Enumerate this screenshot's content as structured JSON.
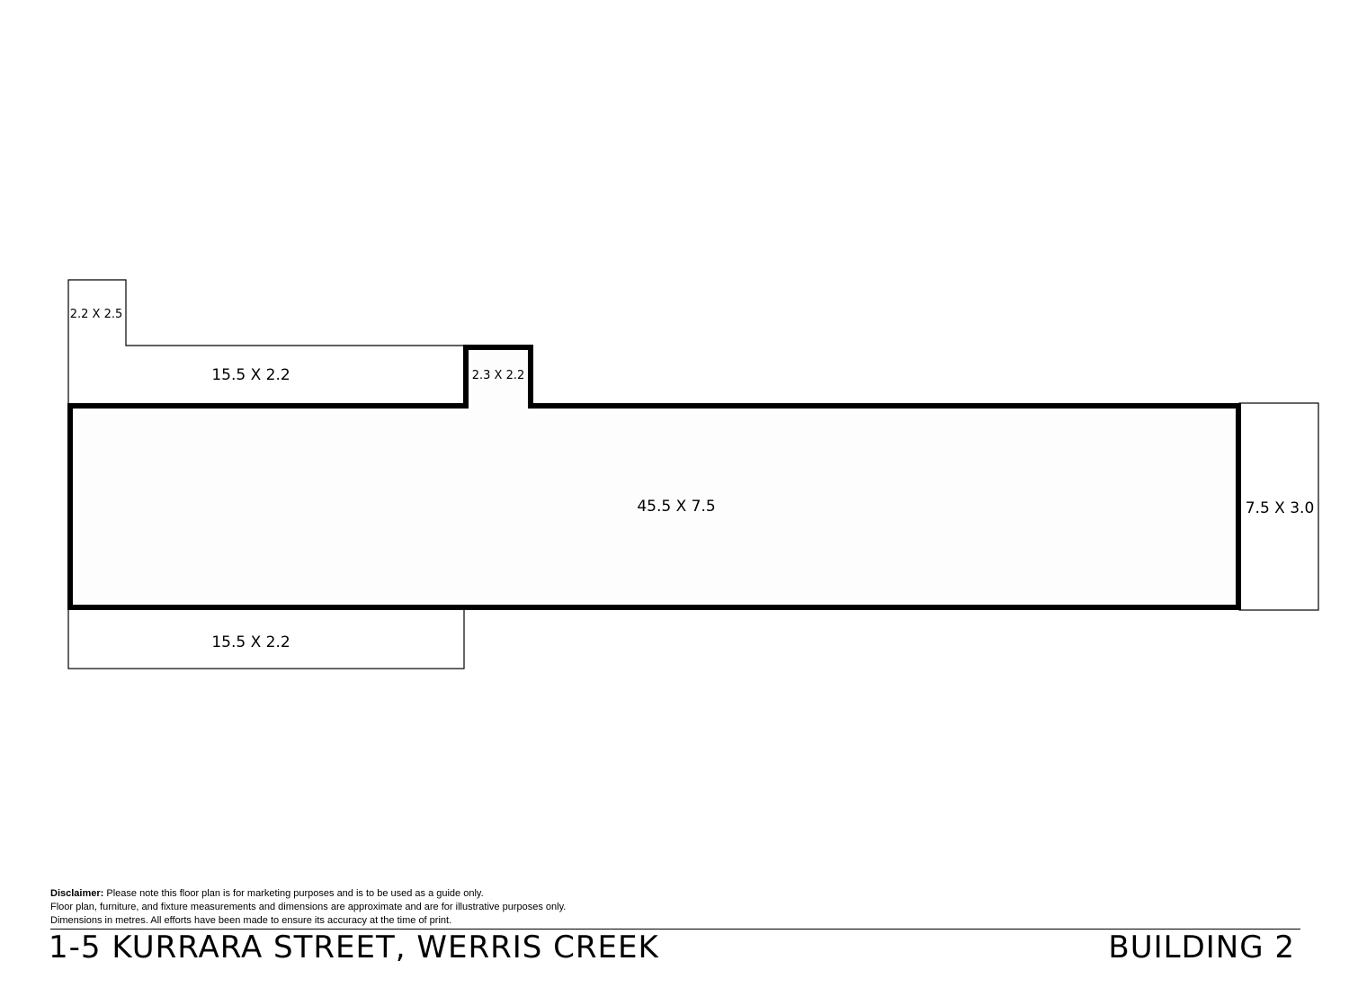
{
  "plan": {
    "rooms": [
      {
        "id": "store-small",
        "label": "2.2 X 2.5"
      },
      {
        "id": "verandah-top",
        "label": "15.5 X 2.2"
      },
      {
        "id": "entry",
        "label": "2.3 X 2.2"
      },
      {
        "id": "main",
        "label": "45.5 X 7.5"
      },
      {
        "id": "annex",
        "label": "7.5 X 3.0"
      },
      {
        "id": "verandah-bottom",
        "label": "15.5 X 2.2"
      }
    ]
  },
  "footer": {
    "disclaimer_heading": "Disclaimer:",
    "disclaimer_line1": "Please note this floor plan is for marketing purposes and is to be used as a guide only.",
    "disclaimer_line2": "Floor plan, furniture, and fixture measurements and dimensions are approximate and are for illustrative purposes only.",
    "disclaimer_line3": "Dimensions in metres. All efforts have been made to ensure its accuracy at the time of print.",
    "address": "1-5 KURRARA STREET, WERRIS CREEK",
    "building": "BUILDING 2"
  }
}
